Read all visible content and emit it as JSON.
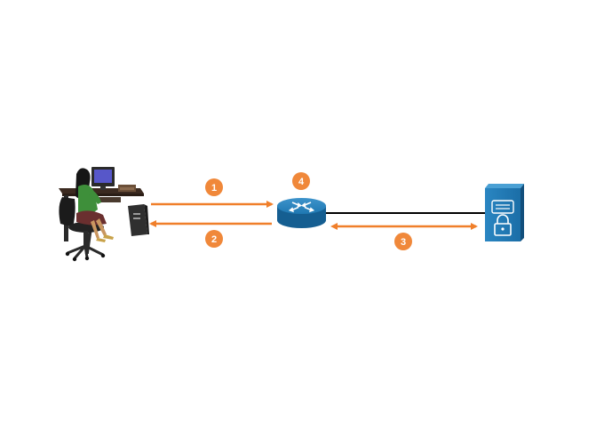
{
  "colors": {
    "background": "#ffffff",
    "arrow": "#f07f2a",
    "badge": "#f0883a",
    "badge_text": "#ffffff",
    "link": "#000000",
    "device_blue": "#1f7ab5",
    "device_blue_dark": "#145a8a"
  },
  "icons": {
    "user": "user-at-workstation-icon",
    "router": "router-icon",
    "server": "secure-server-icon"
  },
  "steps": {
    "s1": "1",
    "s2": "2",
    "s3": "3",
    "s4": "4"
  }
}
